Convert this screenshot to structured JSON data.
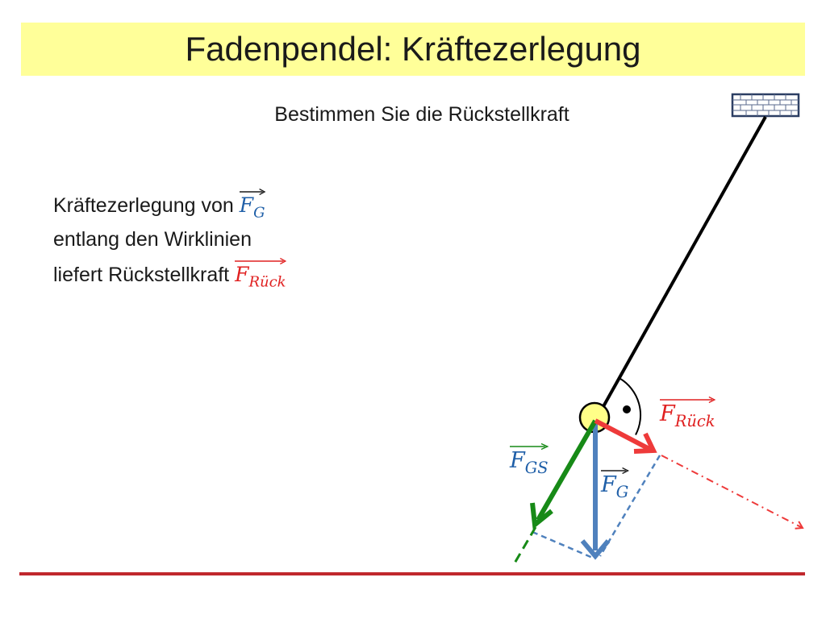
{
  "title": "Fadenpendel: Kräftezerlegung",
  "subtitle": "Bestimmen Sie die Rückstellkraft",
  "explanation": {
    "line1_text": "Kräftezerlegung von",
    "line2_text": "entlang den Wirklinien",
    "line3_text": "liefert Rückstellkraft"
  },
  "symbols": {
    "F": "F",
    "sub_G": "G",
    "sub_GS": "GS",
    "sub_Rueck": "Rück"
  },
  "colors": {
    "title_bg": "#ffff99",
    "force_G": "#4f81bd",
    "force_GS": "#178a17",
    "force_Rueck": "#ee3a3a",
    "ground": "#c0282d",
    "thread": "#000000",
    "bob": "#ffff88"
  },
  "icons": {
    "ceiling_mount": "brick-wall-icon",
    "right_angle": "right-angle-marker-icon"
  }
}
